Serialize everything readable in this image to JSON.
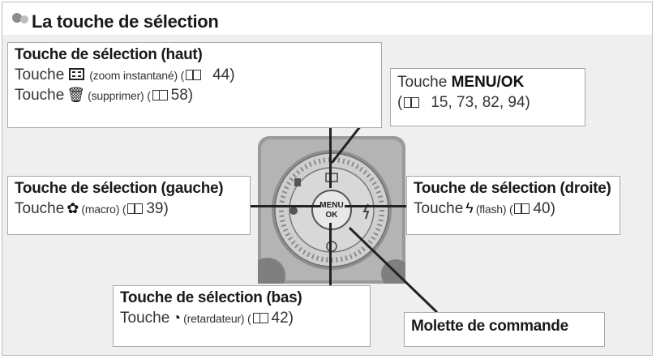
{
  "header": {
    "title": "La touche de sélection"
  },
  "callouts": {
    "haut": {
      "title": "Touche de sélection (haut)",
      "line1": {
        "touche": "Touche",
        "icon": "zoom-icon",
        "desc": "(zoom instantané) (",
        "ref": "44)"
      },
      "line2": {
        "touche": "Touche",
        "icon": "trash-icon",
        "desc": "(supprimer) (",
        "ref": "58)"
      }
    },
    "menu": {
      "touche": "Touche",
      "name": "MENU/OK",
      "line2_open": "(",
      "refs": "15, 73, 82, 94)"
    },
    "gauche": {
      "title": "Touche de sélection (gauche)",
      "touche": "Touche",
      "icon": "macro-icon",
      "desc": "(macro) (",
      "ref": "39)"
    },
    "droite": {
      "title": "Touche de sélection (droite)",
      "touche": "Touche",
      "icon": "flash-icon",
      "desc": "(flash) (",
      "ref": "40)"
    },
    "bas": {
      "title": "Touche de sélection (bas)",
      "touche": "Touche",
      "icon": "self-timer-icon",
      "desc": "(retardateur) (",
      "ref": "42)"
    },
    "molette": {
      "title": "Molette de commande"
    }
  },
  "camera": {
    "center_label_1": "MENU",
    "center_label_2": "OK"
  },
  "colors": {
    "frame_bg": "#efefef",
    "border": "#a8a8a8",
    "leader": "#222222"
  }
}
